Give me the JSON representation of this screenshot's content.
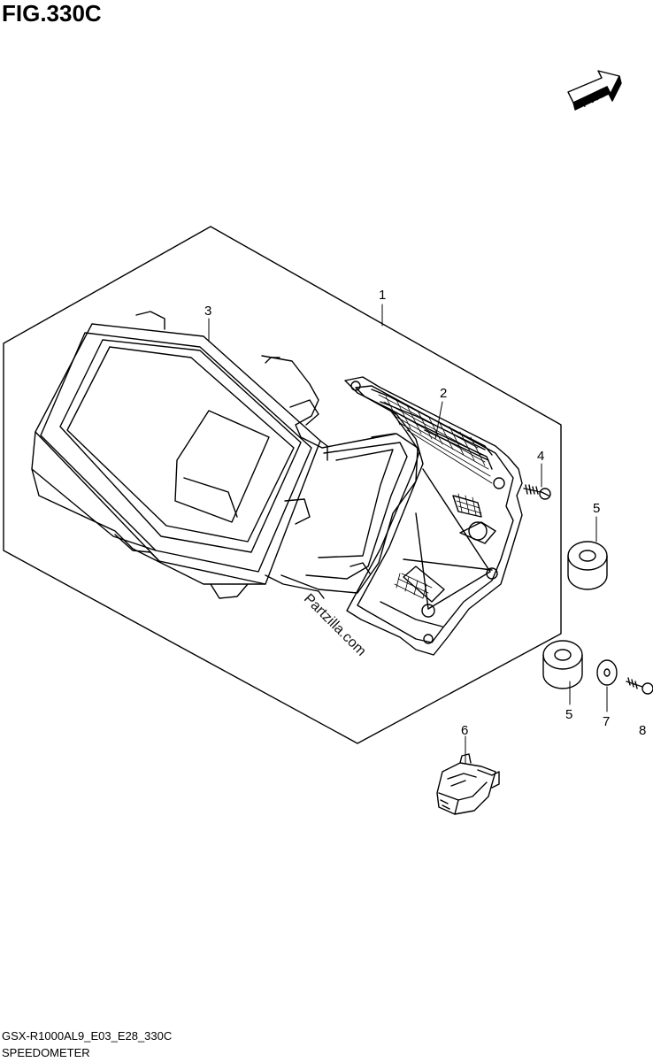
{
  "figure": {
    "title": "FIG.330C",
    "fwd_label": "FWD",
    "watermark": "Partzilla.com"
  },
  "callouts": [
    {
      "id": "c1",
      "text": "1"
    },
    {
      "id": "c2",
      "text": "2"
    },
    {
      "id": "c3",
      "text": "3"
    },
    {
      "id": "c4",
      "text": "4"
    },
    {
      "id": "c5a",
      "text": "5"
    },
    {
      "id": "c5b",
      "text": "5"
    },
    {
      "id": "c6",
      "text": "6"
    },
    {
      "id": "c7",
      "text": "7"
    },
    {
      "id": "c8",
      "text": "8"
    }
  ],
  "footer": {
    "code": "GSX-R1000AL9_E03_E28_330C",
    "name": "SPEEDOMETER"
  }
}
